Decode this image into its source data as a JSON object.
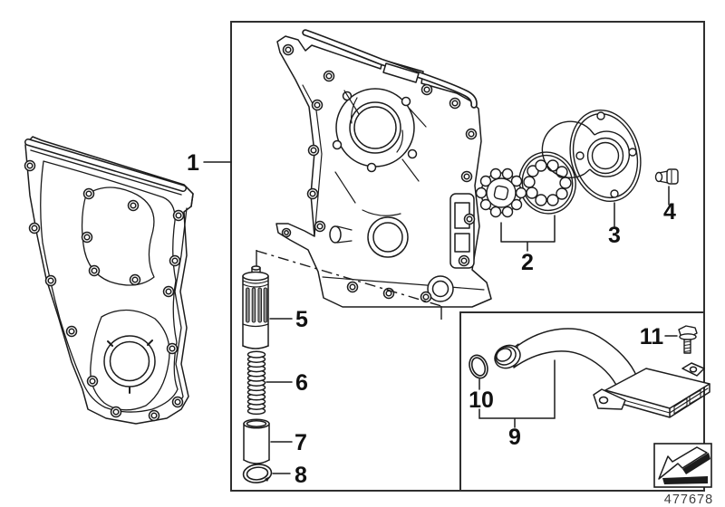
{
  "diagram": {
    "kind": "exploded-parts-line-drawing",
    "colors": {
      "line": "#1c1c1c",
      "frame": "#2f2f2f",
      "background": "#ffffff",
      "label": "#111111",
      "doc_number": "#3d3d3d",
      "slot_shade": "#8d8d8d"
    }
  },
  "callouts": [
    {
      "id": "1",
      "label": "1"
    },
    {
      "id": "2",
      "label": "2"
    },
    {
      "id": "3",
      "label": "3"
    },
    {
      "id": "4",
      "label": "4"
    },
    {
      "id": "5",
      "label": "5"
    },
    {
      "id": "6",
      "label": "6"
    },
    {
      "id": "7",
      "label": "7"
    },
    {
      "id": "8",
      "label": "8"
    },
    {
      "id": "9",
      "label": "9"
    },
    {
      "id": "10",
      "label": "10"
    },
    {
      "id": "11",
      "label": "11"
    }
  ],
  "footer": {
    "doc_number": "477678",
    "arrow_icon": "export-arrow"
  }
}
